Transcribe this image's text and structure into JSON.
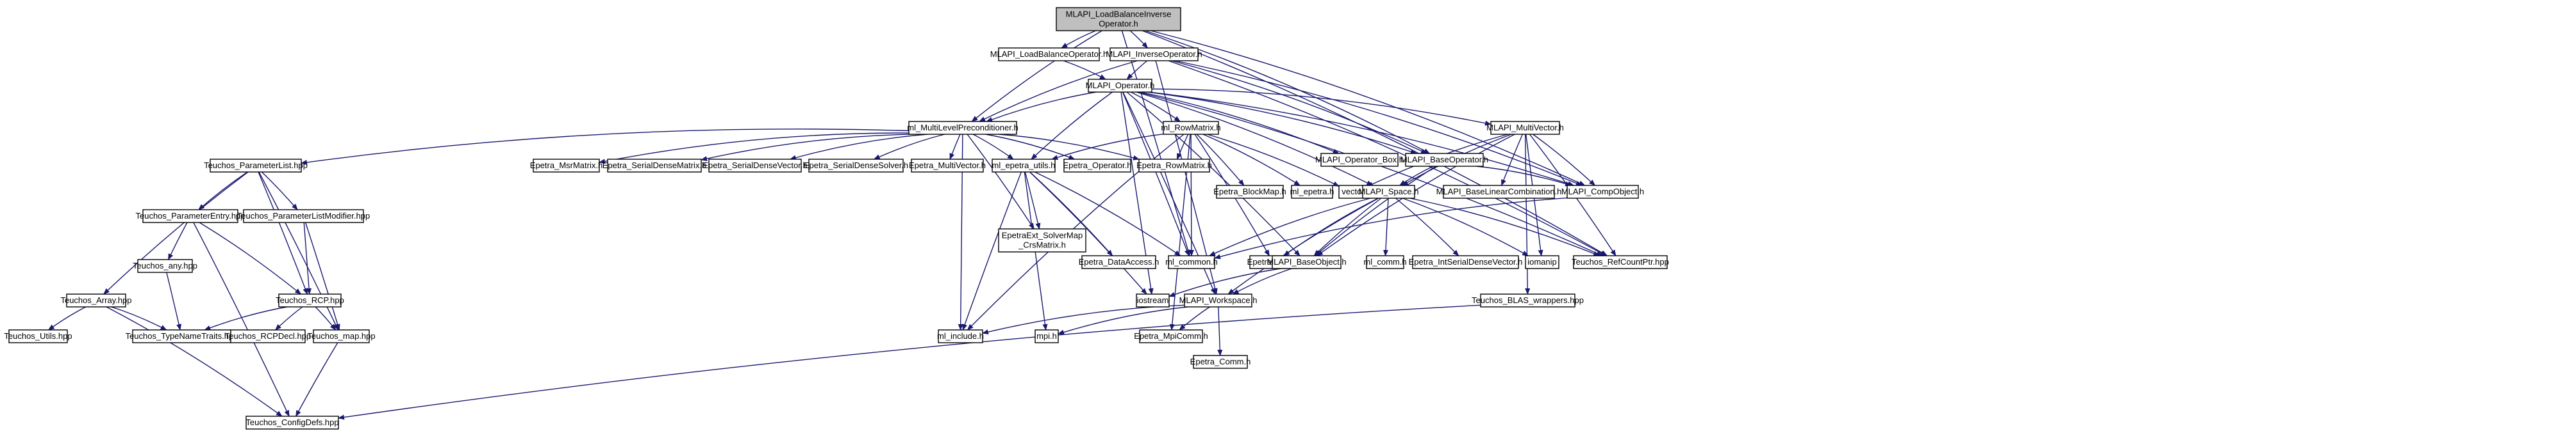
{
  "graph": {
    "nodes": [
      {
        "id": "root",
        "lines": [
          "MLAPI_LoadBalanceInverse",
          "Operator.h"
        ],
        "style": "root"
      },
      {
        "id": "lbop",
        "lines": [
          "MLAPI_LoadBalanceOperator.h"
        ],
        "style": "normal"
      },
      {
        "id": "invop",
        "lines": [
          "MLAPI_InverseOperator.h"
        ],
        "style": "normal"
      },
      {
        "id": "op",
        "lines": [
          "MLAPI_Operator.h"
        ],
        "style": "normal"
      },
      {
        "id": "mlp",
        "lines": [
          "ml_MultiLevelPreconditioner.h"
        ],
        "style": "normal"
      },
      {
        "id": "rowm",
        "lines": [
          "ml_RowMatrix.h"
        ],
        "style": "normal"
      },
      {
        "id": "opbox",
        "lines": [
          "MLAPI_Operator_Box.h"
        ],
        "style": "normal"
      },
      {
        "id": "baseop",
        "lines": [
          "MLAPI_BaseOperator.h"
        ],
        "style": "normal"
      },
      {
        "id": "mvec",
        "lines": [
          "MLAPI_MultiVector.h"
        ],
        "style": "missing"
      },
      {
        "id": "plist",
        "lines": [
          "Teuchos_ParameterList.hpp"
        ],
        "style": "normal"
      },
      {
        "id": "emsr",
        "lines": [
          "Epetra_MsrMatrix.h"
        ],
        "style": "normal"
      },
      {
        "id": "esdm",
        "lines": [
          "Epetra_SerialDenseMatrix.h"
        ],
        "style": "normal"
      },
      {
        "id": "esdv",
        "lines": [
          "Epetra_SerialDenseVector.h"
        ],
        "style": "normal"
      },
      {
        "id": "esds",
        "lines": [
          "Epetra_SerialDenseSolver.h"
        ],
        "style": "normal"
      },
      {
        "id": "emv",
        "lines": [
          "Epetra_MultiVector.h"
        ],
        "style": "normal"
      },
      {
        "id": "meu",
        "lines": [
          "ml_epetra_utils.h"
        ],
        "style": "normal"
      },
      {
        "id": "eop",
        "lines": [
          "Epetra_Operator.h"
        ],
        "style": "normal"
      },
      {
        "id": "erm",
        "lines": [
          "Epetra_RowMatrix.h"
        ],
        "style": "normal"
      },
      {
        "id": "ebm",
        "lines": [
          "Epetra_BlockMap.h"
        ],
        "style": "normal"
      },
      {
        "id": "mlep",
        "lines": [
          "ml_epetra.h"
        ],
        "style": "normal"
      },
      {
        "id": "vec",
        "lines": [
          "vector"
        ],
        "style": "normal"
      },
      {
        "id": "space",
        "lines": [
          "MLAPI_Space.h"
        ],
        "style": "normal"
      },
      {
        "id": "blc",
        "lines": [
          "MLAPI_BaseLinearCombination.h"
        ],
        "style": "normal"
      },
      {
        "id": "comp",
        "lines": [
          "MLAPI_CompObject.h"
        ],
        "style": "normal"
      },
      {
        "id": "pentry",
        "lines": [
          "Teuchos_ParameterEntry.hpp"
        ],
        "style": "normal"
      },
      {
        "id": "plmod",
        "lines": [
          "Teuchos_ParameterListModifier.hpp"
        ],
        "style": "normal"
      },
      {
        "id": "eesm",
        "lines": [
          "EpetraExt_SolverMap",
          "_CrsMatrix.h"
        ],
        "style": "normal"
      },
      {
        "id": "eda",
        "lines": [
          "Epetra_DataAccess.h"
        ],
        "style": "normal"
      },
      {
        "id": "mlcom",
        "lines": [
          "ml_common.h"
        ],
        "style": "normal"
      },
      {
        "id": "emap",
        "lines": [
          "Epetra_Map.h"
        ],
        "style": "normal"
      },
      {
        "id": "bobj",
        "lines": [
          "MLAPI_BaseObject.h"
        ],
        "style": "normal"
      },
      {
        "id": "mlcomm",
        "lines": [
          "ml_comm.h"
        ],
        "style": "normal"
      },
      {
        "id": "eisdv",
        "lines": [
          "Epetra_IntSerialDenseVector.h"
        ],
        "style": "normal"
      },
      {
        "id": "ioman",
        "lines": [
          "iomanip"
        ],
        "style": "normal"
      },
      {
        "id": "rcptr",
        "lines": [
          "Teuchos_RefCountPtr.hpp"
        ],
        "style": "normal"
      },
      {
        "id": "tany",
        "lines": [
          "Teuchos_any.hpp"
        ],
        "style": "normal"
      },
      {
        "id": "tarr",
        "lines": [
          "Teuchos_Array.hpp"
        ],
        "style": "normal"
      },
      {
        "id": "trcp",
        "lines": [
          "Teuchos_RCP.hpp"
        ],
        "style": "normal"
      },
      {
        "id": "ios",
        "lines": [
          "iostream"
        ],
        "style": "normal"
      },
      {
        "id": "ws",
        "lines": [
          "MLAPI_Workspace.h"
        ],
        "style": "normal"
      },
      {
        "id": "blas",
        "lines": [
          "Teuchos_BLAS_wrappers.hpp"
        ],
        "style": "normal"
      },
      {
        "id": "tutil",
        "lines": [
          "Teuchos_Utils.hpp"
        ],
        "style": "normal"
      },
      {
        "id": "ttnt",
        "lines": [
          "Teuchos_TypeNameTraits.hpp"
        ],
        "style": "normal"
      },
      {
        "id": "trcpd",
        "lines": [
          "Teuchos_RCPDecl.hpp"
        ],
        "style": "missing"
      },
      {
        "id": "tmap",
        "lines": [
          "Teuchos_map.hpp"
        ],
        "style": "normal"
      },
      {
        "id": "mlinc",
        "lines": [
          "ml_include.h"
        ],
        "style": "normal"
      },
      {
        "id": "mpi",
        "lines": [
          "mpi.h"
        ],
        "style": "normal"
      },
      {
        "id": "empi",
        "lines": [
          "Epetra_MpiComm.h"
        ],
        "style": "normal"
      },
      {
        "id": "ecomm",
        "lines": [
          "Epetra_Comm.h"
        ],
        "style": "normal"
      },
      {
        "id": "tcfg",
        "lines": [
          "Teuchos_ConfigDefs.hpp"
        ],
        "style": "normal"
      }
    ],
    "edges": [
      [
        "root",
        "lbop"
      ],
      [
        "root",
        "invop"
      ],
      [
        "root",
        "mlp"
      ],
      [
        "root",
        "baseop"
      ],
      [
        "root",
        "comp"
      ],
      [
        "root",
        "rcptr"
      ],
      [
        "root",
        "mlcom"
      ],
      [
        "lbop",
        "op"
      ],
      [
        "invop",
        "op"
      ],
      [
        "invop",
        "mlp"
      ],
      [
        "invop",
        "baseop"
      ],
      [
        "invop",
        "comp"
      ],
      [
        "invop",
        "rcptr"
      ],
      [
        "invop",
        "ws"
      ],
      [
        "op",
        "mlp"
      ],
      [
        "op",
        "rowm"
      ],
      [
        "op",
        "opbox"
      ],
      [
        "op",
        "baseop"
      ],
      [
        "op",
        "mvec"
      ],
      [
        "op",
        "space"
      ],
      [
        "op",
        "comp"
      ],
      [
        "op",
        "rcptr"
      ],
      [
        "op",
        "meu"
      ],
      [
        "op",
        "mlcom"
      ],
      [
        "op",
        "ws"
      ],
      [
        "op",
        "bobj"
      ],
      [
        "op",
        "ios"
      ],
      [
        "mlp",
        "plist"
      ],
      [
        "mlp",
        "emsr"
      ],
      [
        "mlp",
        "esdm"
      ],
      [
        "mlp",
        "esdv"
      ],
      [
        "mlp",
        "esds"
      ],
      [
        "mlp",
        "emv"
      ],
      [
        "mlp",
        "meu"
      ],
      [
        "mlp",
        "eop"
      ],
      [
        "mlp",
        "erm"
      ],
      [
        "mlp",
        "eesm"
      ],
      [
        "mlp",
        "mlinc"
      ],
      [
        "rowm",
        "erm"
      ],
      [
        "rowm",
        "ebm"
      ],
      [
        "rowm",
        "mlep"
      ],
      [
        "rowm",
        "vec"
      ],
      [
        "rowm",
        "emap"
      ],
      [
        "rowm",
        "meu"
      ],
      [
        "rowm",
        "mlcom"
      ],
      [
        "rowm",
        "mlinc"
      ],
      [
        "rowm",
        "empi"
      ],
      [
        "baseop",
        "space"
      ],
      [
        "baseop",
        "bobj"
      ],
      [
        "baseop",
        "comp"
      ],
      [
        "mvec",
        "space"
      ],
      [
        "mvec",
        "blc"
      ],
      [
        "mvec",
        "comp"
      ],
      [
        "mvec",
        "rcptr"
      ],
      [
        "mvec",
        "ioman"
      ],
      [
        "mvec",
        "blas"
      ],
      [
        "mvec",
        "vec"
      ],
      [
        "mvec",
        "bobj"
      ],
      [
        "plist",
        "pentry"
      ],
      [
        "plist",
        "plmod"
      ],
      [
        "plist",
        "tarr"
      ],
      [
        "plist",
        "trcp"
      ],
      [
        "plist",
        "tmap"
      ],
      [
        "meu",
        "eda"
      ],
      [
        "meu",
        "eesm"
      ],
      [
        "meu",
        "mlcom"
      ],
      [
        "meu",
        "mlinc"
      ],
      [
        "meu",
        "mpi"
      ],
      [
        "meu",
        "ios"
      ],
      [
        "space",
        "emap"
      ],
      [
        "space",
        "bobj"
      ],
      [
        "space",
        "mlcomm"
      ],
      [
        "space",
        "eisdv"
      ],
      [
        "space",
        "ioman"
      ],
      [
        "space",
        "rcptr"
      ],
      [
        "space",
        "ws"
      ],
      [
        "space",
        "mlcom"
      ],
      [
        "comp",
        "mlcom"
      ],
      [
        "pentry",
        "tany"
      ],
      [
        "pentry",
        "trcp"
      ],
      [
        "pentry",
        "tcfg"
      ],
      [
        "plmod",
        "trcp"
      ],
      [
        "plmod",
        "tmap"
      ],
      [
        "tany",
        "ttnt"
      ],
      [
        "tarr",
        "tutil"
      ],
      [
        "tarr",
        "ttnt"
      ],
      [
        "tarr",
        "tcfg"
      ],
      [
        "trcp",
        "trcpd"
      ],
      [
        "trcp",
        "ttnt"
      ],
      [
        "trcp",
        "tmap"
      ],
      [
        "bobj",
        "ws"
      ],
      [
        "bobj",
        "ios"
      ],
      [
        "ws",
        "mlinc"
      ],
      [
        "ws",
        "mpi"
      ],
      [
        "ws",
        "empi"
      ],
      [
        "ws",
        "ecomm"
      ],
      [
        "blas",
        "tcfg"
      ],
      [
        "tmap",
        "tcfg"
      ]
    ],
    "colors": {
      "edge": "#191970",
      "root_fill": "#bfbfbf",
      "node_fill": "#ffffff",
      "missing_border": "#ff0000",
      "text": "#000000"
    }
  }
}
